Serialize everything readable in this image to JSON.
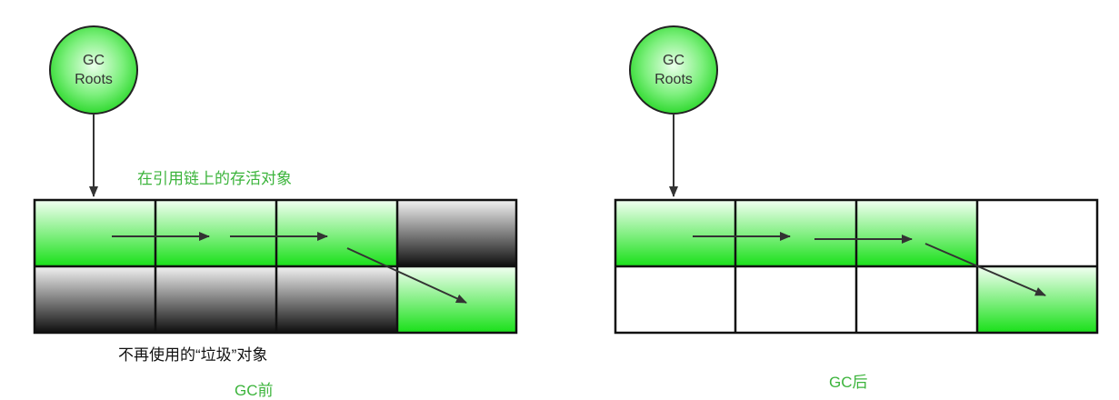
{
  "before": {
    "root_line1": "GC",
    "root_line2": "Roots",
    "live_label": "在引用链上的存活对象",
    "garbage_label": "不再使用的“垃圾”对象",
    "caption": "GC前"
  },
  "after": {
    "root_line1": "GC",
    "root_line2": "Roots",
    "caption": "GC后"
  },
  "colors": {
    "live": "#22dd22",
    "garbage": "#1a1a1a",
    "empty": "#ffffff",
    "label_green": "#3cb43c",
    "border": "#111111"
  }
}
